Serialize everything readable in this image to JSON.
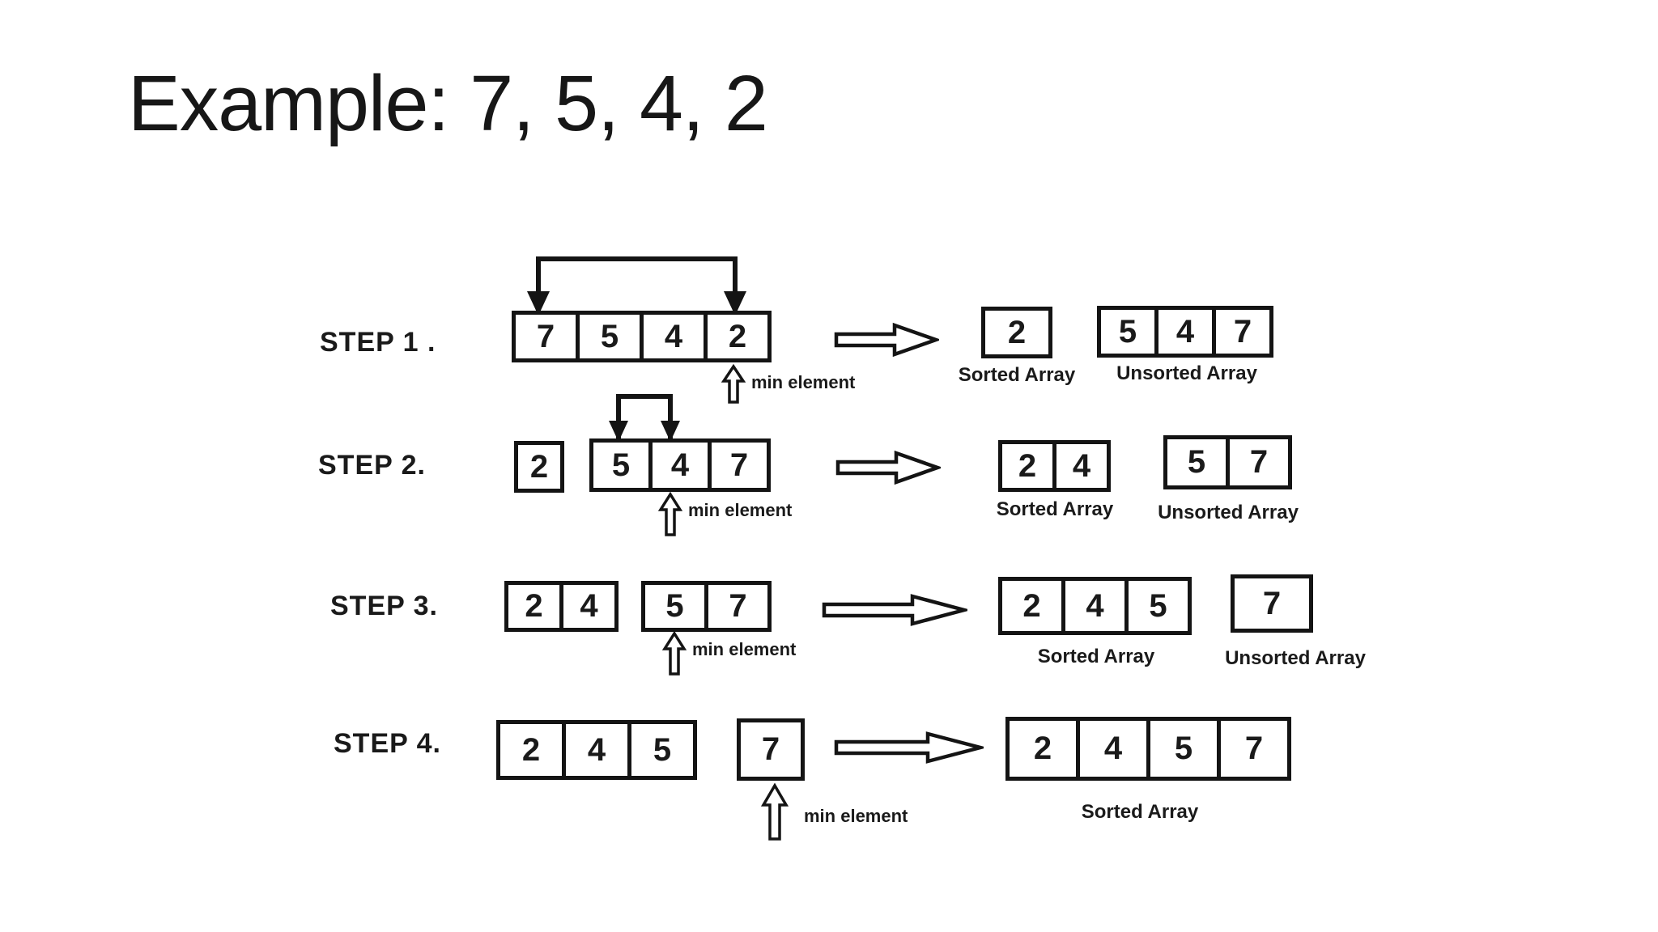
{
  "slide": {
    "title": "Example: 7, 5, 4, 2"
  },
  "labels": {
    "min_element": "min element",
    "sorted_array": "Sorted Array",
    "unsorted_array": "Unsorted Array"
  },
  "icons": {
    "swap_arrows": "top-bracket-double-down-arrows",
    "min_pointer": "hollow-up-arrow",
    "step_transform": "hollow-right-block-arrow"
  },
  "steps": [
    {
      "label": "STEP 1 .",
      "working": [
        "7",
        "5",
        "4",
        "2"
      ],
      "sorted": [
        "2"
      ],
      "unsorted": [
        "5",
        "4",
        "7"
      ]
    },
    {
      "label": "STEP 2.",
      "sorted_prefix": [
        "2"
      ],
      "working": [
        "5",
        "4",
        "7"
      ],
      "sorted": [
        "2",
        "4"
      ],
      "unsorted": [
        "5",
        "7"
      ]
    },
    {
      "label": "STEP 3.",
      "sorted_prefix": [
        "2",
        "4"
      ],
      "working": [
        "5",
        "7"
      ],
      "sorted": [
        "2",
        "4",
        "5"
      ],
      "unsorted": [
        "7"
      ]
    },
    {
      "label": "STEP 4.",
      "sorted_prefix": [
        "2",
        "4",
        "5"
      ],
      "working": [
        "7"
      ],
      "sorted": [
        "2",
        "4",
        "5",
        "7"
      ]
    }
  ]
}
